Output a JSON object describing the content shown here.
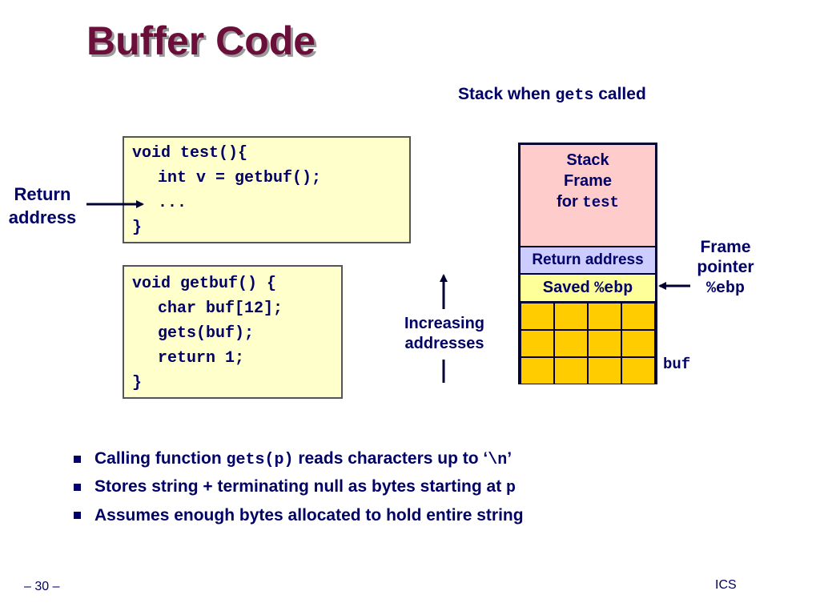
{
  "slide": {
    "title": "Buffer Code",
    "page_number": "– 30 –",
    "course": "ICS"
  },
  "code": {
    "test_lines": [
      "void test(){",
      "int v = getbuf();",
      "...",
      "}"
    ],
    "getbuf_lines": [
      "void getbuf() {",
      "char buf[12];",
      "gets(buf);",
      "return 1;",
      "}"
    ]
  },
  "labels": {
    "return_address": [
      "Return",
      "address"
    ],
    "increasing": [
      "Increasing",
      "addresses"
    ],
    "frame_pointer": [
      "Frame",
      "pointer"
    ],
    "frame_pointer_reg": "%ebp",
    "buf": "buf"
  },
  "stack": {
    "caption_prefix": "Stack when ",
    "caption_code": "gets",
    "caption_suffix": " called",
    "frame_line1": "Stack",
    "frame_line2": "Frame",
    "frame_line3_prefix": "for ",
    "frame_line3_code": "test",
    "return_address": "Return address",
    "saved_prefix": "Saved ",
    "saved_code": "%ebp",
    "colors": {
      "frame": "#ffcccc",
      "return": "#ccccff",
      "saved": "#ffff99",
      "buf": "#ffcc00"
    }
  },
  "bullets": [
    {
      "pre": "Calling function ",
      "code": "gets(p)",
      "mid": " reads characters up to ‘",
      "code2": "\\n",
      "post": "’"
    },
    {
      "pre": "Stores string + terminating null as bytes starting at ",
      "code": "p"
    },
    {
      "pre": "Assumes enough bytes allocated to hold entire string"
    }
  ]
}
